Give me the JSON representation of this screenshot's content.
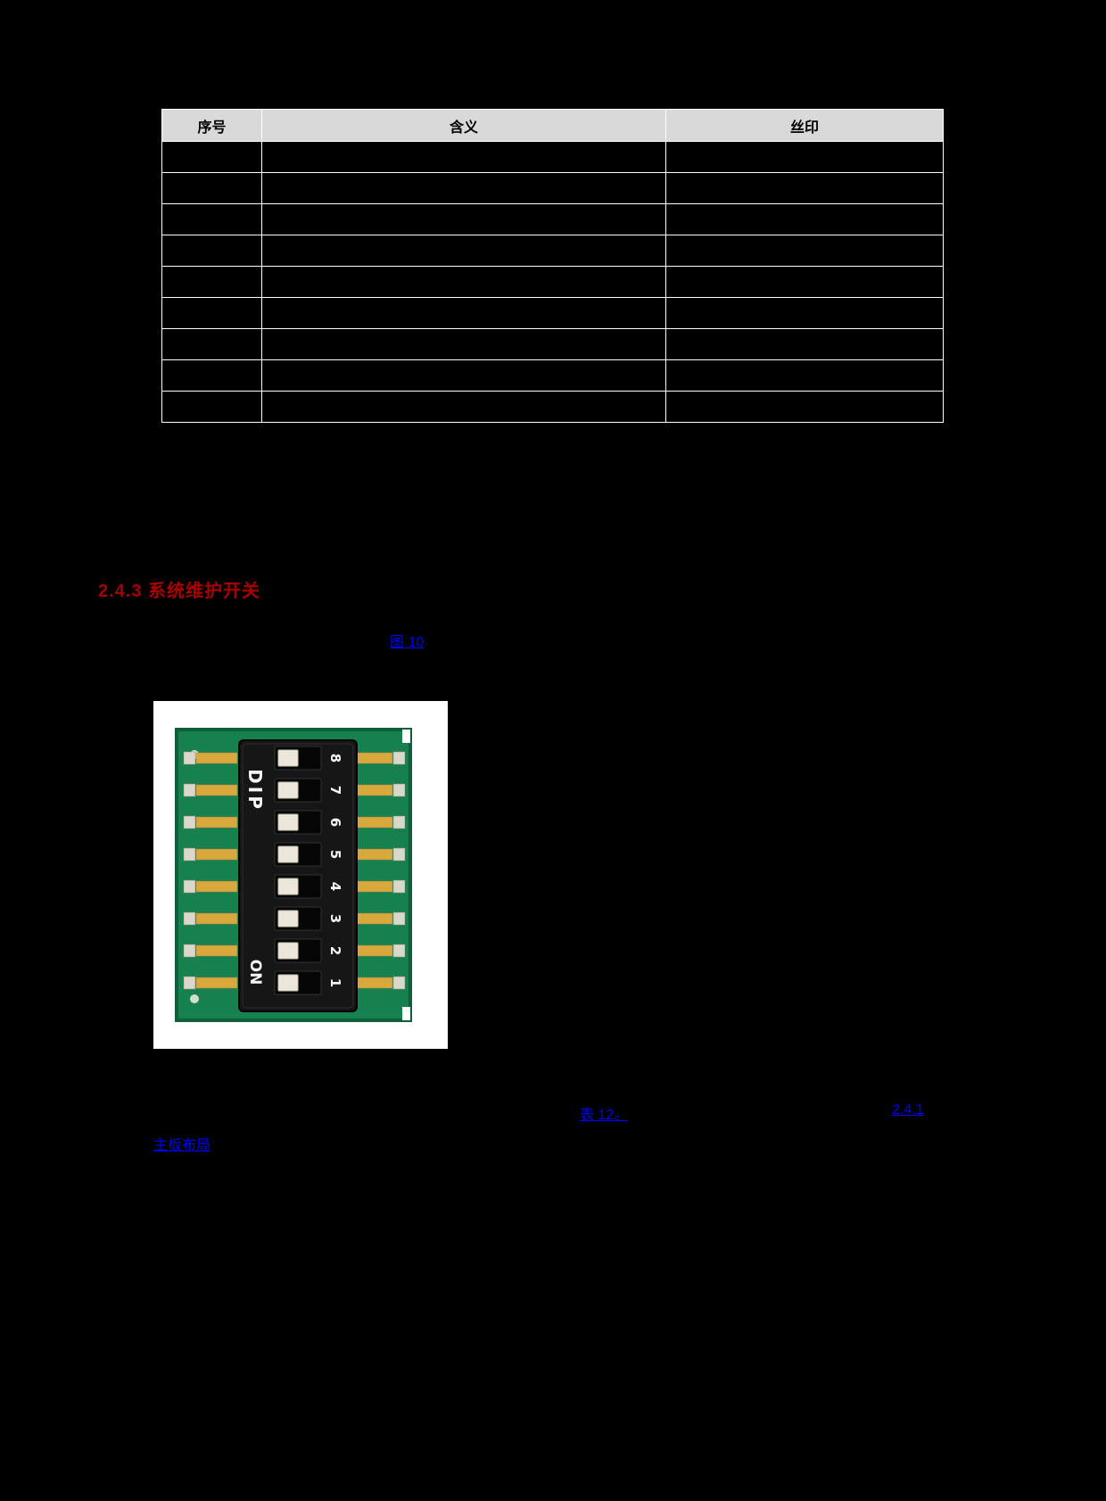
{
  "document": {
    "table": {
      "columns": [
        "序号",
        "含义",
        "丝印"
      ],
      "rows": [
        [
          "",
          "",
          ""
        ],
        [
          "",
          "",
          ""
        ],
        [
          "",
          "",
          ""
        ],
        [
          "",
          "",
          ""
        ],
        [
          "",
          "",
          ""
        ],
        [
          "",
          "",
          ""
        ],
        [
          "",
          "",
          ""
        ],
        [
          "",
          "",
          ""
        ],
        [
          "",
          "",
          ""
        ]
      ]
    },
    "section_heading": "2.4.3  系统维护开关",
    "links": {
      "figure_10": "图 10",
      "table_12": "表 12。",
      "section_2_4_1": "2.4.1",
      "board_layout": "主板布局"
    }
  },
  "figure": {
    "dip_label": "DIP",
    "on_label": "ON",
    "numbers": [
      "1",
      "2",
      "3",
      "4",
      "5",
      "6",
      "7",
      "8"
    ]
  },
  "colors": {
    "page_background": "#000000",
    "table_header_bg": "#D9D9D9",
    "table_border": "#FFFFFF",
    "heading_red": "#AA0000",
    "link_blue": "#0000FF",
    "pcb_green": "#17804F",
    "gold_pin": "#D8A83C",
    "switch_body": "#161616",
    "rocker": "#EDE7DA"
  }
}
